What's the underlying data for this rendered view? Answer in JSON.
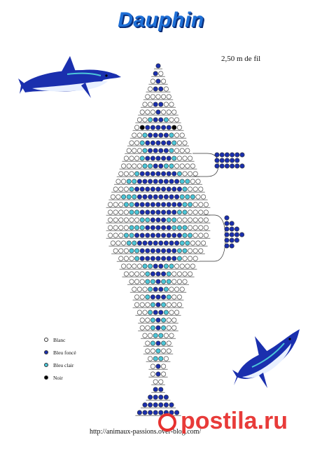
{
  "title": "Dauphin",
  "wire_length": "2,50 m de fil",
  "source_url": "http://animaux-passions.over-blog.com/",
  "watermark": "postila.ru",
  "colors": {
    "W": "#ffffff",
    "D": "#1a2fae",
    "L": "#4cc6d8",
    "N": "#000000",
    "title": "#1e6fd6",
    "watermark": "#e7312f"
  },
  "legend": [
    {
      "key": "W",
      "label": "Blanc"
    },
    {
      "key": "D",
      "label": "Bleu foncé"
    },
    {
      "key": "L",
      "label": "Bleu clair"
    },
    {
      "key": "N",
      "label": "Noir"
    }
  ],
  "pattern": {
    "body_rows": [
      "D",
      "DW",
      "WDW",
      "WDDW",
      "WWWWW",
      "WWDDWW",
      "WWWDWWW",
      "WWLDDLWW",
      "WNDDDDDNW",
      "WWLDDDDLWW",
      "WWLDDDDDLWW",
      "WWWLDDDDLWWW",
      "WWWLDDDDDLWWW",
      "WWWWLLDDLLWWWW",
      "WWWLDDDDDDDLWWW",
      "WWLLDDDDDDDDLLWW",
      "WWWLDDDDDDDDDLWWW",
      "WWLLLDDDDDDDDLLLWW",
      "WWWLLDDDDDDDDDLLWWW",
      "WWWWLLDDDDDDDLLWWWW",
      "WWWWWWLLDDDLLWWWWWW",
      "WWWWLLLDDDDDLLLWWWW",
      "WWWLLDDDDDDDDDLLWWW",
      "WWWLLDDDDDDDDLLWWW",
      "WWWLLDDDDDDDLLWWW",
      "WWWLDDDDDDDLWWW",
      "WWWWLLDDLLWWWW",
      "WWWWLDDDLWWWW",
      "WWWLLDLLWWW",
      "WWWLDDLWWW",
      "WWLDDDLWW",
      "WWWLDLWWW",
      "WWLDDLWW",
      "WWLDLWW",
      "WWLDLWW",
      "WWLLWW",
      "WLDLW",
      "WWLWW",
      "WLLW",
      "WDW",
      "WDW",
      "WW",
      "DD",
      "DDDD",
      "DDDDDD",
      "DDDDDDDD"
    ],
    "fins": [
      {
        "name": "pectoral-fin",
        "rows": [
          "DDDDDD",
          "DDDDD",
          "DDDDDD"
        ]
      },
      {
        "name": "dorsal-fin",
        "rows": [
          "D",
          "DD",
          "DDD",
          "DDDD",
          "DDD",
          "DD"
        ]
      }
    ]
  }
}
